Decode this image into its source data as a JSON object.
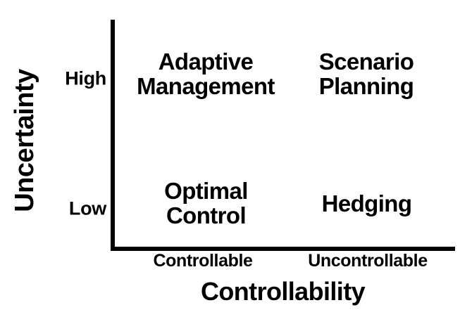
{
  "chart_data": {
    "type": "scatter",
    "title": "",
    "xlabel": "Controllability",
    "ylabel": "Uncertainty",
    "x_tick_labels": [
      "Controllable",
      "Uncontrollable"
    ],
    "y_tick_labels": [
      "High",
      "Low"
    ],
    "grid": false,
    "legend": "none",
    "cells": [
      {
        "label": "Adaptive Management",
        "x": "Controllable",
        "y": "High"
      },
      {
        "label": "Scenario Planning",
        "x": "Uncontrollable",
        "y": "High"
      },
      {
        "label": "Optimal Control",
        "x": "Controllable",
        "y": "Low"
      },
      {
        "label": "Hedging",
        "x": "Uncontrollable",
        "y": "Low"
      }
    ]
  },
  "axes": {
    "y_title": "Uncertainty",
    "x_title": "Controllability",
    "y_ticks": {
      "high": "High",
      "low": "Low"
    },
    "x_ticks": {
      "left": "Controllable",
      "right": "Uncontrollable"
    },
    "line_color": "#000000"
  },
  "quadrants": {
    "top_left": "Adaptive\nManagement",
    "top_right": "Scenario\nPlanning",
    "bottom_left": "Optimal\nControl",
    "bottom_right": "Hedging"
  },
  "theme": {
    "background": "#ffffff",
    "text_color": "#000000"
  }
}
